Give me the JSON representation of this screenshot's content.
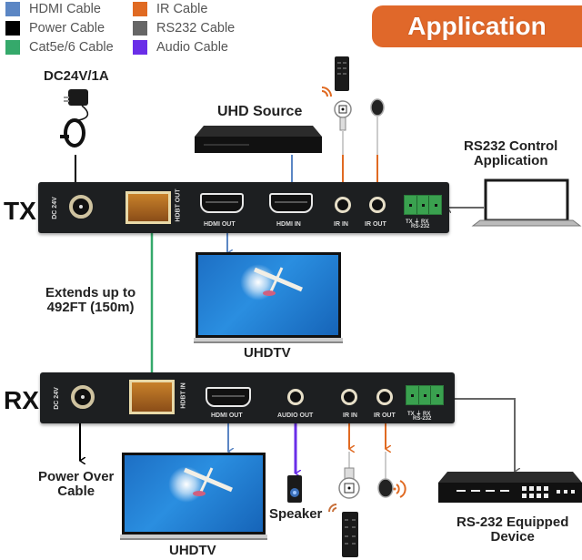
{
  "legend": [
    {
      "label": "HDMI Cable",
      "color": "#5b86c4"
    },
    {
      "label": "Power Cable",
      "color": "#000000"
    },
    {
      "label": "Cat5e/6 Cable",
      "color": "#35a96b"
    },
    {
      "label": "IR Cable",
      "color": "#e06a22"
    },
    {
      "label": "RS232 Cable",
      "color": "#666666"
    },
    {
      "label": "Audio Cable",
      "color": "#6a2ee8"
    }
  ],
  "banner": {
    "title": "Application",
    "color": "#e0682a"
  },
  "labels": {
    "power_adapter": "DC24V/1A",
    "uhd_source": "UHD Source",
    "rs232_control_line1": "RS232 Control",
    "rs232_control_line2": "Application",
    "extends_line1": "Extends up to",
    "extends_line2": "492FT (150m)",
    "uhdtv_top": "UHDTV",
    "uhdtv_bottom": "UHDTV",
    "power_over_line1": "Power Over",
    "power_over_line2": "Cable",
    "speaker": "Speaker",
    "rs232_device_line1": "RS-232 Equipped",
    "rs232_device_line2": "Device"
  },
  "tx": {
    "tag": "TX",
    "ports": {
      "dc": "DC 24V",
      "hdbt": "HDBT OUT",
      "hdmi_out": "HDMI OUT",
      "hdmi_in": "HDMI IN",
      "ir_in": "IR IN",
      "ir_out": "IR OUT",
      "rs232_pins": "TX  ⏚  RX",
      "rs232": "RS-232"
    }
  },
  "rx": {
    "tag": "RX",
    "ports": {
      "dc": "DC 24V",
      "hdbt": "HDBT IN",
      "hdmi_out": "HDMI OUT",
      "audio_out": "AUDIO OUT",
      "ir_in": "IR IN",
      "ir_out": "IR OUT",
      "rs232_pins": "TX  ⏚  RX",
      "rs232": "RS-232"
    }
  }
}
